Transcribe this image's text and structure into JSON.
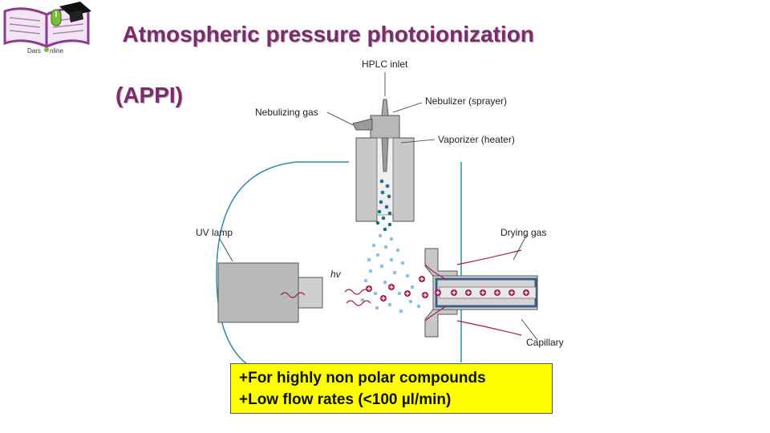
{
  "header": {
    "title_line1": "Atmospheric pressure photoionization",
    "title_line2": "(APPI)",
    "logo_text_left": "Dars",
    "logo_text_right": "nline"
  },
  "diagram": {
    "labels": {
      "hplc_inlet": "HPLC inlet",
      "nebulizing_gas": "Nebulizing gas",
      "nebulizer": "Nebulizer (sprayer)",
      "vaporizer": "Vaporizer (heater)",
      "uv_lamp": "UV lamp",
      "hv": "hv",
      "drying_gas": "Drying gas",
      "capillary": "Capillary"
    },
    "colors": {
      "metal": "#c8c8c8",
      "metal_dark": "#8f8f8f",
      "droplet_dark": "#1f6f86",
      "droplet_light": "#8fbfe0",
      "ion": "#a3164f",
      "wire": "#2d8fa6",
      "capillary_tube": "#3a5f88"
    },
    "ion_symbol": "+"
  },
  "notes": [
    "+For highly non polar compounds",
    "+Low flow rates (<100 µl/min)"
  ]
}
